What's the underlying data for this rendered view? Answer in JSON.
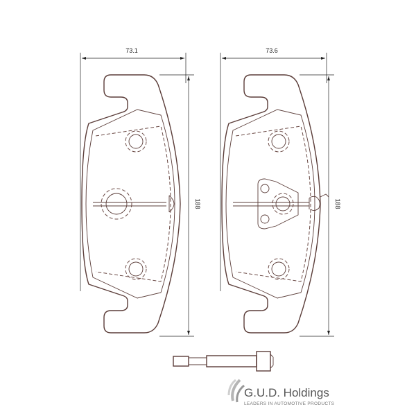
{
  "dimensions": {
    "left_width": "73.1",
    "right_width": "73.6",
    "left_height": "188",
    "right_height": "188"
  },
  "logo": {
    "name": "G.U.D. Holdings",
    "tagline": "LEADERS IN AUTOMOTIVE PRODUCTS"
  },
  "colors": {
    "outline": "#5a3c38",
    "dimension": "#222222",
    "logo_text": "#555555"
  }
}
